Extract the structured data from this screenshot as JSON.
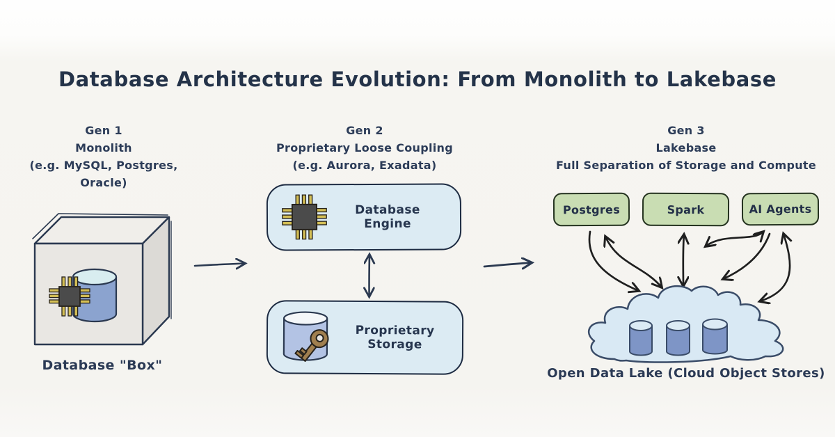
{
  "title": "Database Architecture Evolution: From Monolith to Lakebase",
  "gen1": {
    "heading": "Gen 1",
    "subheading": "Monolith",
    "examples": "(e.g. MySQL, Postgres, Oracle)",
    "box_label": "Database \"Box\""
  },
  "gen2": {
    "heading": "Gen 2",
    "subheading": "Proprietary Loose Coupling",
    "examples": "(e.g. Aurora, Exadata)",
    "engine_label": "Database Engine",
    "storage_label": "Proprietary Storage"
  },
  "gen3": {
    "heading": "Gen 3",
    "subheading": "Lakebase",
    "examples": "Full Separation of Storage and Compute",
    "compute_boxes": [
      "Postgres",
      "Spark",
      "AI Agents"
    ],
    "lake_label": "Open Data Lake (Cloud Object Stores)"
  },
  "colors": {
    "text_navy": "#2b3a55",
    "paper": "#f5f4f0",
    "gen2_box_fill": "#dcebf3",
    "gen2_box_border": "#1d2b42",
    "green_box_fill": "#c9ddb3",
    "green_box_border": "#24321f",
    "cloud_fill": "#d9e9f4",
    "cylinder_blue": "#7e95c6",
    "chip_pin_gold": "#d4bf55",
    "key_brown": "#a07f4f",
    "arrow_black": "#1f1f1f"
  }
}
